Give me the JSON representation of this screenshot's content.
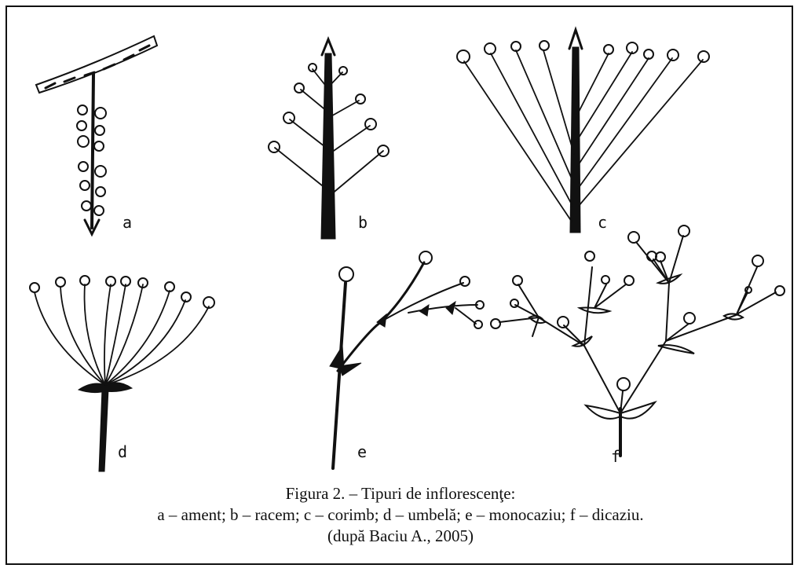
{
  "figure": {
    "panel_labels": {
      "a": "a",
      "b": "b",
      "c": "c",
      "d": "d",
      "e": "e",
      "f": "f"
    },
    "caption": {
      "title": "Figura 2. – Tipuri de inflorescenţe:",
      "legend": "a – ament; b – racem; c – corimb; d – umbelă;  e – monocaziu; f – dicaziu.",
      "source": "(după Baciu A.,  2005)"
    }
  }
}
